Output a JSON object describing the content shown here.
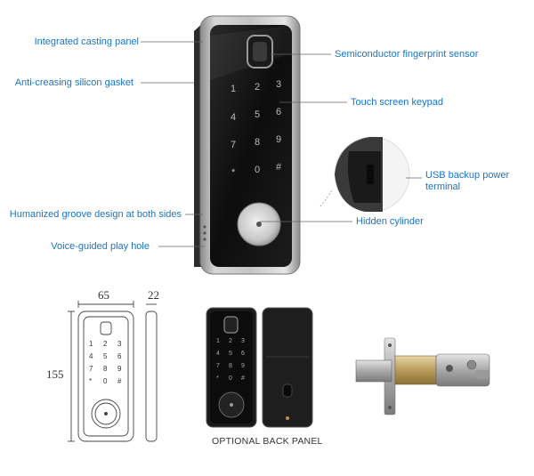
{
  "callouts": {
    "left": [
      "Integrated casting panel",
      "Anti-creasing silicon gasket",
      "Humanized groove design at both sides",
      "Voice-guided play hole"
    ],
    "right": [
      "Semiconductor fingerprint sensor",
      "Touch screen keypad",
      "USB backup power terminal",
      "Hidden cylinder"
    ]
  },
  "keypad": [
    "1",
    "2",
    "3",
    "4",
    "5",
    "6",
    "7",
    "8",
    "9",
    "*",
    "0",
    "#"
  ],
  "dimensions": {
    "width": "65",
    "depth": "22",
    "height": "155"
  },
  "back_panel_caption": "OPTIONAL BACK PANEL",
  "colors": {
    "label_blue": "#1a74c4",
    "panel_black": "#0d0d0d",
    "frame_silver": "#b8b8b8"
  }
}
